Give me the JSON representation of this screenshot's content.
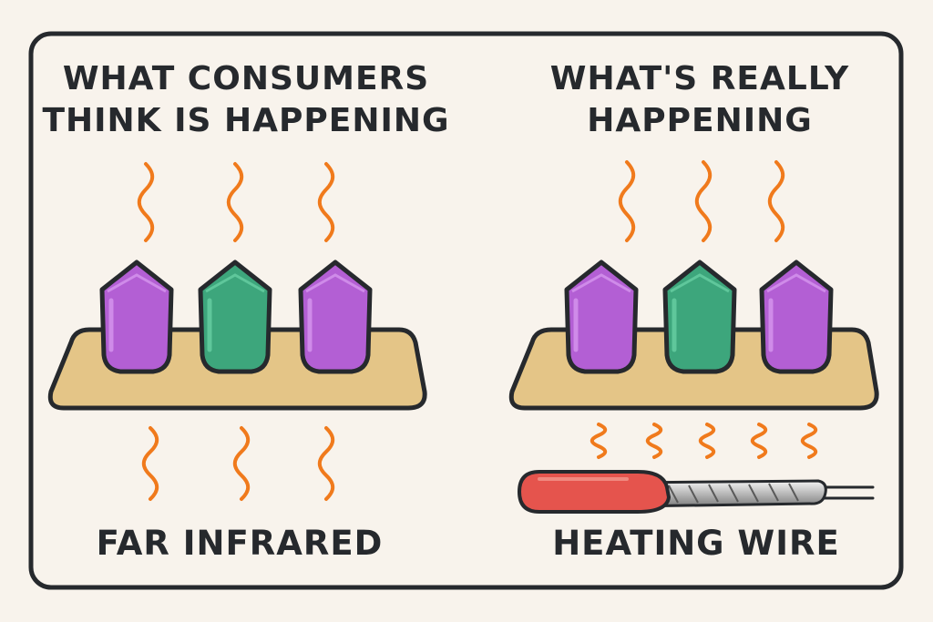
{
  "colors": {
    "background": "#f8f3ec",
    "outline": "#26292d",
    "wave": "#f07a1c",
    "tray": "#e4c587",
    "crystal_purple": "#b35fd4",
    "crystal_green": "#3da67c",
    "wire_sheath": "#e5544d",
    "wire_metal": "#c9c9c9"
  },
  "left_panel": {
    "title": "WHAT CONSUMERS THINK IS HAPPENING",
    "caption": "FAR INFRARED",
    "crystals": [
      "purple",
      "green",
      "purple"
    ],
    "waves_above": 3,
    "waves_below": 3
  },
  "right_panel": {
    "title": "WHAT'S REALLY HAPPENING",
    "caption": "HEATING WIRE",
    "crystals": [
      "purple",
      "green",
      "purple"
    ],
    "waves_above": 3,
    "waves_below": 5
  }
}
